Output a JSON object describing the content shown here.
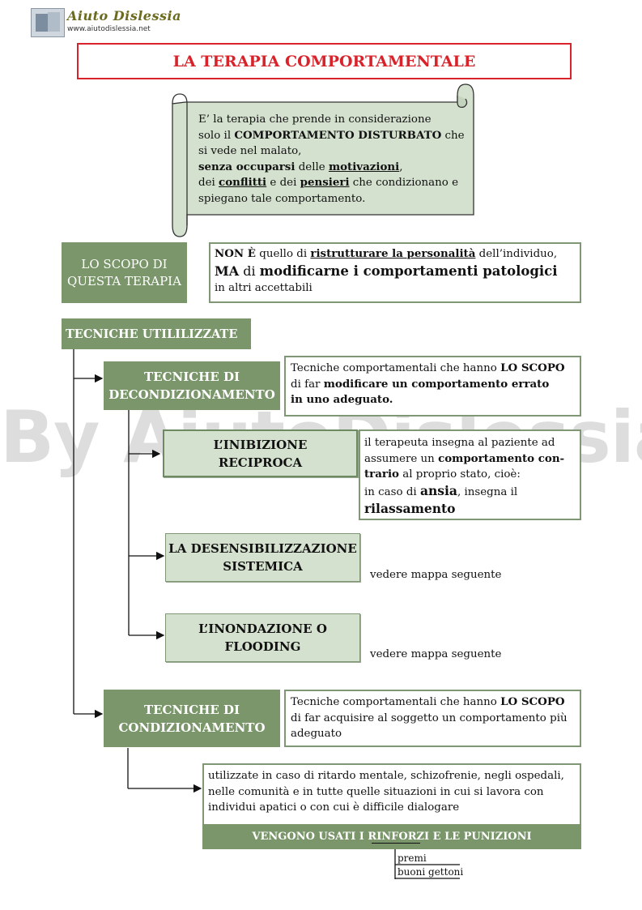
{
  "header": {
    "logo_name": "Aiuto Dislessia",
    "logo_url": "www.aiutodislessia.net"
  },
  "title": "LA TERAPIA COMPORTAMENTALE",
  "definition": {
    "l1": "E’ la terapia  che  prende  in  considerazione",
    "l2a": "solo  il ",
    "l2b": "COMPORTAMENTO DISTURBATO",
    "l2c": " che",
    "l3": "si vede nel malato,",
    "l4a": "senza occuparsi",
    "l4b": " delle ",
    "l4c": "motivazioni",
    "l4d": ",",
    "l5a": "dei ",
    "l5b": "conflitti",
    "l5c": " e dei ",
    "l5d": "pensieri",
    "l5e": " che condizionano e",
    "l6": "spiegano tale comportamento."
  },
  "scope": {
    "label_l1": "LO SCOPO DI",
    "label_l2": "QUESTA TERAPIA",
    "l1a": "NON È",
    "l1b": " quello di ",
    "l1c": "ristrutturare la personalità",
    "l1d": "  dell’individuo,",
    "l2a": "MA",
    "l2b": " di  ",
    "l2c": "modificarne  i comportamenti  patologici",
    "l3": " in  altri  accettabili"
  },
  "techniques": {
    "header": "TECNICHE UTILILIZZATE",
    "decond": {
      "label_l1": "TECNICHE DI",
      "label_l2": "DECONDIZIONAMENTO",
      "l1a": "Tecniche comportamentali che hanno ",
      "l1b": "LO SCOPO",
      "l2a": "di far ",
      "l2b": "modificare un comportamento  errato",
      "l3": "in uno adeguato."
    },
    "inibizione": {
      "label_l1": "L’INIBIZIONE",
      "label_l2": "RECIPROCA",
      "l1": "il terapeuta insegna al paziente ad",
      "l2a": "assumere un ",
      "l2b": "comportamento con-",
      "l3a": "trario",
      "l3b": " al proprio stato, cioè:",
      "l4a": " in caso di ",
      "l4b": "ansia",
      "l4c": ", insegna il",
      "l5": "rilassamento"
    },
    "desens": {
      "label_l1": "LA DESENSIBILIZZAZIONE",
      "label_l2": "SISTEMICA",
      "note": "vedere mappa seguente"
    },
    "flooding": {
      "label_l1": "L’INONDAZIONE O",
      "label_l2": "FLOODING",
      "note": "vedere mappa seguente"
    },
    "cond": {
      "label_l1": "TECNICHE DI",
      "label_l2": "CONDIZIONAMENTO",
      "l1a": "Tecniche comportamentali che hanno ",
      "l1b": "LO SCOPO",
      "l2": "di far acquisire al soggetto un comportamento più",
      "l3": "adeguato"
    },
    "usage": {
      "l1": " utilizzate in caso di ritardo mentale, schizofrenie, negli ospedali,",
      "l2": "nelle comunità e in tutte quelle situazioni in cui si lavora con",
      "l3": "individui apatici o con cui è difficile dialogare",
      "banner": "VENGONO USATI I RINFORZI E LE PUNIZIONI"
    },
    "rewards": {
      "item1": "premi",
      "item2": "buoni gettoni"
    }
  },
  "watermark": "By AiutoDislessia.net",
  "colors": {
    "title_red": "#d8232a",
    "green": "#7a966a",
    "sage": "#d5e1cf",
    "border_green": "#7f9775"
  }
}
